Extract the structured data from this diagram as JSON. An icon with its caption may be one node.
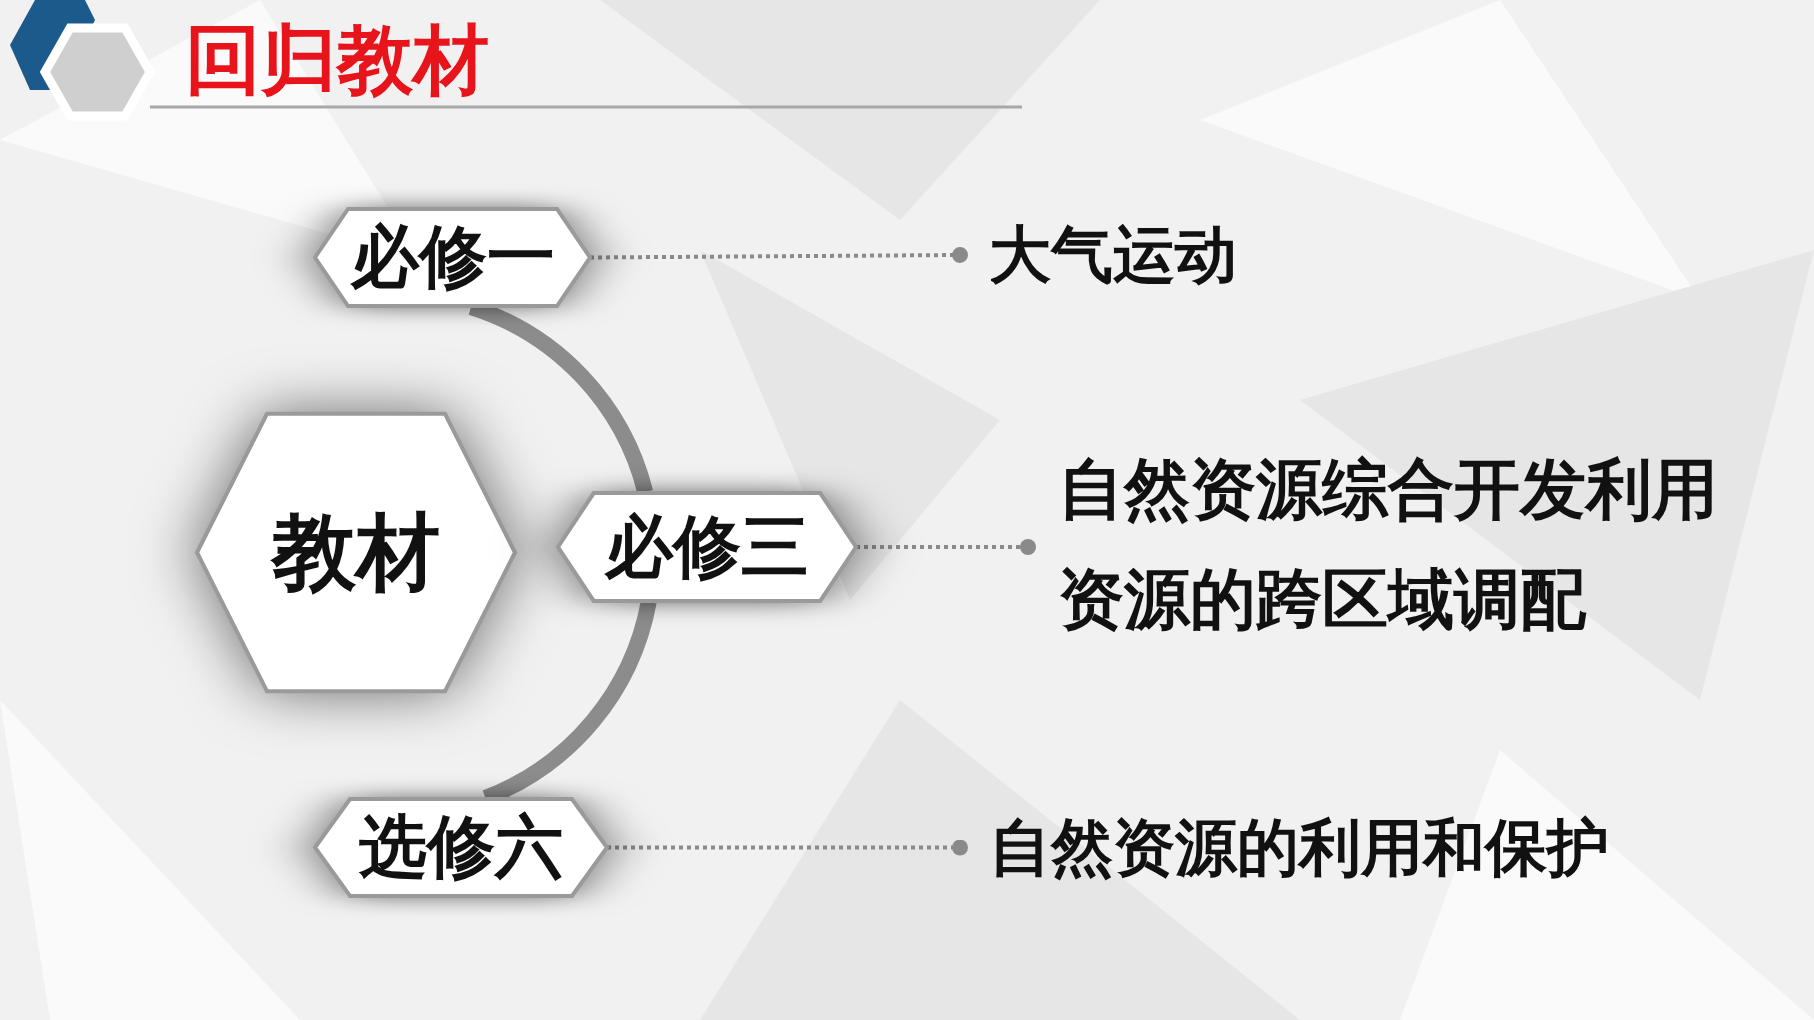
{
  "diagram": {
    "title": "回归教材",
    "nodes": [
      {
        "text": [
          "教材"
        ]
      },
      {
        "text": [
          "必修一"
        ]
      },
      {
        "text": [
          "必修三"
        ]
      },
      {
        "text": [
          "选修六"
        ]
      },
      {
        "text": [
          "大气运动"
        ]
      },
      {
        "text": [
          "自然资源综合开发利用",
          "资源的跨区域调配"
        ]
      },
      {
        "text": [
          "自然资源的利用和保护"
        ]
      }
    ],
    "edges": [
      {
        "from": 1,
        "to": 2,
        "arrow": "none",
        "style": "thick"
      },
      {
        "from": 2,
        "to": 3,
        "arrow": "none",
        "style": "thick"
      },
      {
        "from": 1,
        "to": 4,
        "arrow": "other",
        "style": "dashed"
      },
      {
        "from": 2,
        "to": 5,
        "arrow": "other",
        "style": "dashed"
      },
      {
        "from": 3,
        "to": 6,
        "arrow": "other",
        "style": "dashed"
      }
    ]
  }
}
